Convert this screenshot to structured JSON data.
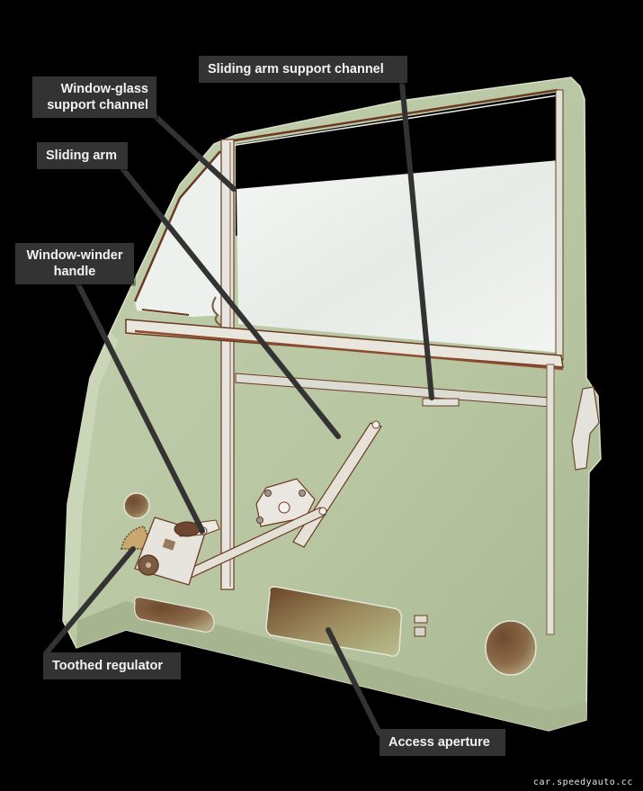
{
  "diagram": {
    "subject": "Car door window-winder mechanism",
    "colors": {
      "background": "#000000",
      "door_panel": "#b9c7a3",
      "door_panel_shadow": "#9fae88",
      "glass": "#eef2ee",
      "trim_brown": "#6b3a22",
      "chrome": "#e4e2dc",
      "hole_brown": "#7b5a3c",
      "label_bg": "#333333",
      "label_text": "#f2f2f2",
      "leader_line": "#333333"
    },
    "labels": [
      {
        "id": "sliding-arm-support-channel",
        "text": "Sliding arm support channel"
      },
      {
        "id": "window-glass-support-channel",
        "line1": "Window-glass",
        "line2": "support channel"
      },
      {
        "id": "sliding-arm",
        "text": "Sliding arm"
      },
      {
        "id": "window-winder-handle",
        "line1": "Window-winder",
        "line2": "handle"
      },
      {
        "id": "toothed-regulator",
        "text": "Toothed regulator"
      },
      {
        "id": "access-aperture",
        "text": "Access aperture"
      }
    ],
    "watermark": "car.speedyauto.cc"
  }
}
